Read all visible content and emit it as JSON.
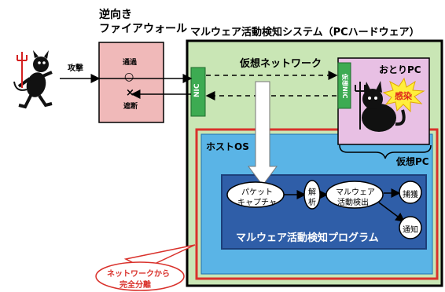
{
  "attacker": {
    "attack_label": "攻撃",
    "figure_icon": "devil-attacker-icon"
  },
  "firewall": {
    "title_line1": "逆向き",
    "title_line2": "ファイアウォール",
    "pass_label": "通過",
    "block_label": "遮断",
    "pass_symbol": "○",
    "block_symbol": "×"
  },
  "system": {
    "title": "マルウェア活動検知システム（PCハードウェア）",
    "nic_label": "NIC",
    "virtual_network_label": "仮想ネットワーク",
    "virtual_nic_label": "仮想NIC",
    "decoy_pc_label": "おとりPC",
    "infection_label": "感染",
    "virtual_pc_label": "仮想PC",
    "host_os_label": "ホストOS"
  },
  "program": {
    "title": "マルウェア活動検知プログラム",
    "nodes": {
      "packet_capture_line1": "パケット",
      "packet_capture_line2": "キャプチャ",
      "analysis_line1": "解",
      "analysis_line2": "析",
      "detection_line1": "マルウェア",
      "detection_line2": "活動検出",
      "capture_label": "捕獲",
      "notify_label": "通知"
    }
  },
  "callout": {
    "line1": "ネットワークから",
    "line2": "完全分離"
  },
  "colors": {
    "system_bg": "#c9e6b5",
    "host_os_bg": "#5ab4e6",
    "program_bg": "#2f5ea8",
    "program_border": "#1d3f7a",
    "decoy_pc_bg": "#e8c0e4",
    "firewall_bg": "#f0b9b9",
    "nic_bg": "#3dab52",
    "separation_red": "#d9312b",
    "infection_burst": "#ffee3c",
    "infection_text": "#e0271c"
  }
}
